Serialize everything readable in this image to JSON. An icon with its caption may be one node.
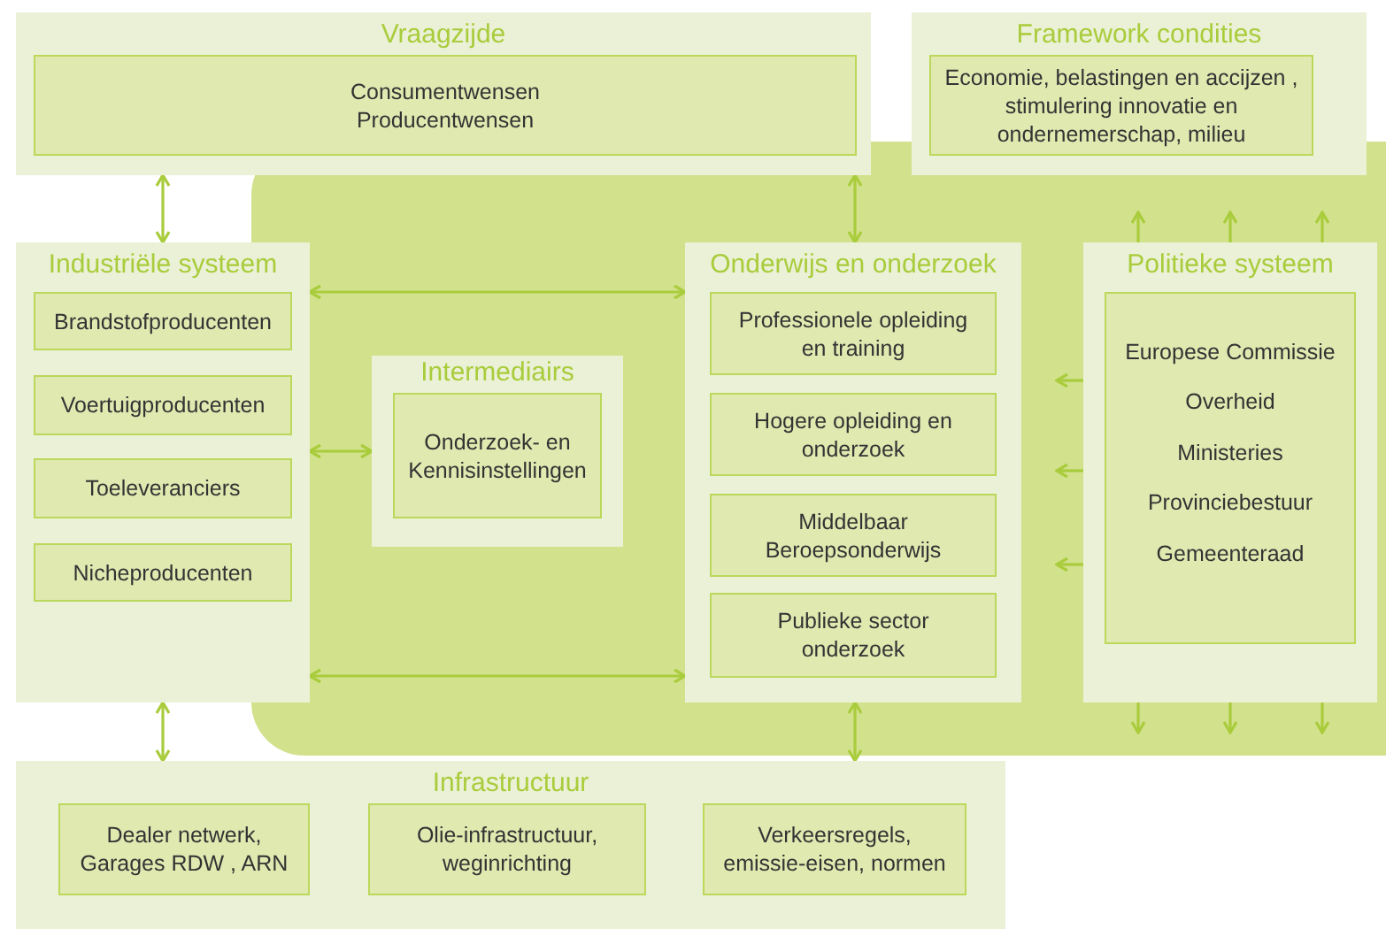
{
  "diagram": {
    "nodes": [
      {
        "text": [
          "Vraagzijde"
        ]
      },
      {
        "text": [
          "Consumentwensen",
          "Producentwensen"
        ],
        "in": 0
      },
      {
        "text": [
          "Framework condities"
        ]
      },
      {
        "text": [
          "Economie, belastingen en accijzen , stimulering innovatie en ondernemerschap, milieu"
        ],
        "in": 2
      },
      {
        "text": [
          "Industriële systeem"
        ]
      },
      {
        "text": [
          "Brandstofproducenten"
        ],
        "in": 4
      },
      {
        "text": [
          "Voertuigproducenten"
        ],
        "in": 4
      },
      {
        "text": [
          "Toeleveranciers"
        ],
        "in": 4
      },
      {
        "text": [
          "Nicheproducenten"
        ],
        "in": 4
      },
      {
        "text": [
          "Intermediairs"
        ]
      },
      {
        "text": [
          "Onderzoek- en Kennisinstellingen"
        ],
        "in": 9
      },
      {
        "text": [
          "Onderwijs en onderzoek"
        ]
      },
      {
        "text": [
          "Professionele opleiding en training"
        ],
        "in": 11
      },
      {
        "text": [
          "Hogere opleiding en onderzoek"
        ],
        "in": 11
      },
      {
        "text": [
          "Middelbaar Beroepsonderwijs"
        ],
        "in": 11
      },
      {
        "text": [
          "Publieke sector onderzoek"
        ],
        "in": 11
      },
      {
        "text": [
          "Politieke systeem"
        ]
      },
      {
        "text": [
          "Europese Commissie",
          "Overheid",
          "Ministeries",
          "Provinciebestuur",
          "Gemeenteraad"
        ],
        "in": 16
      },
      {
        "text": [
          "Infrastructuur"
        ]
      },
      {
        "text": [
          "Dealer netwerk, Garages RDW , ARN"
        ],
        "in": 18
      },
      {
        "text": [
          "Olie-infrastructuur, weginrichting"
        ],
        "in": 18
      },
      {
        "text": [
          "Verkeersregels, emissie-eisen, normen"
        ],
        "in": 18
      }
    ],
    "edges": [
      {
        "from": 0,
        "to": 4,
        "arrow": "both"
      },
      {
        "from": 0,
        "to": 11,
        "arrow": "both"
      },
      {
        "from": 4,
        "to": 11,
        "arrow": "both"
      },
      {
        "from": 4,
        "to": 9,
        "arrow": "both"
      },
      {
        "from": 4,
        "to": 11,
        "arrow": "both"
      },
      {
        "from": 4,
        "to": 18,
        "arrow": "both"
      },
      {
        "from": 11,
        "to": 18,
        "arrow": "both"
      },
      {
        "from": 16,
        "to": null,
        "arrow": "to"
      },
      {
        "from": 16,
        "to": null,
        "arrow": "to"
      },
      {
        "from": 16,
        "to": null,
        "arrow": "to"
      },
      {
        "from": 16,
        "to": null,
        "arrow": "to"
      },
      {
        "from": 16,
        "to": null,
        "arrow": "to"
      },
      {
        "from": 16,
        "to": null,
        "arrow": "to"
      },
      {
        "from": 16,
        "to": null,
        "arrow": "to"
      },
      {
        "from": 16,
        "to": null,
        "arrow": "to"
      },
      {
        "from": 16,
        "to": null,
        "arrow": "to"
      }
    ]
  }
}
